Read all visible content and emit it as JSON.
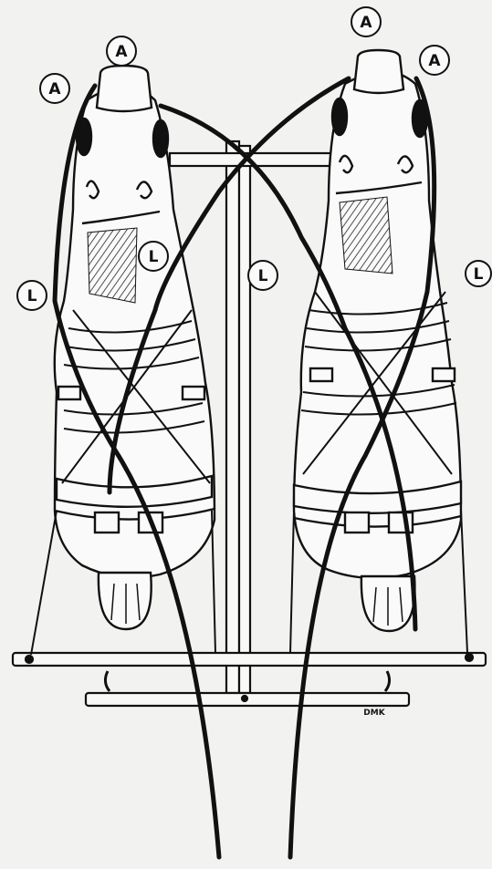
{
  "labels": {
    "a": "A",
    "l": "L"
  },
  "signature": "DMK",
  "colors": {
    "paper": "#f2f2f0",
    "ink": "#111111"
  }
}
